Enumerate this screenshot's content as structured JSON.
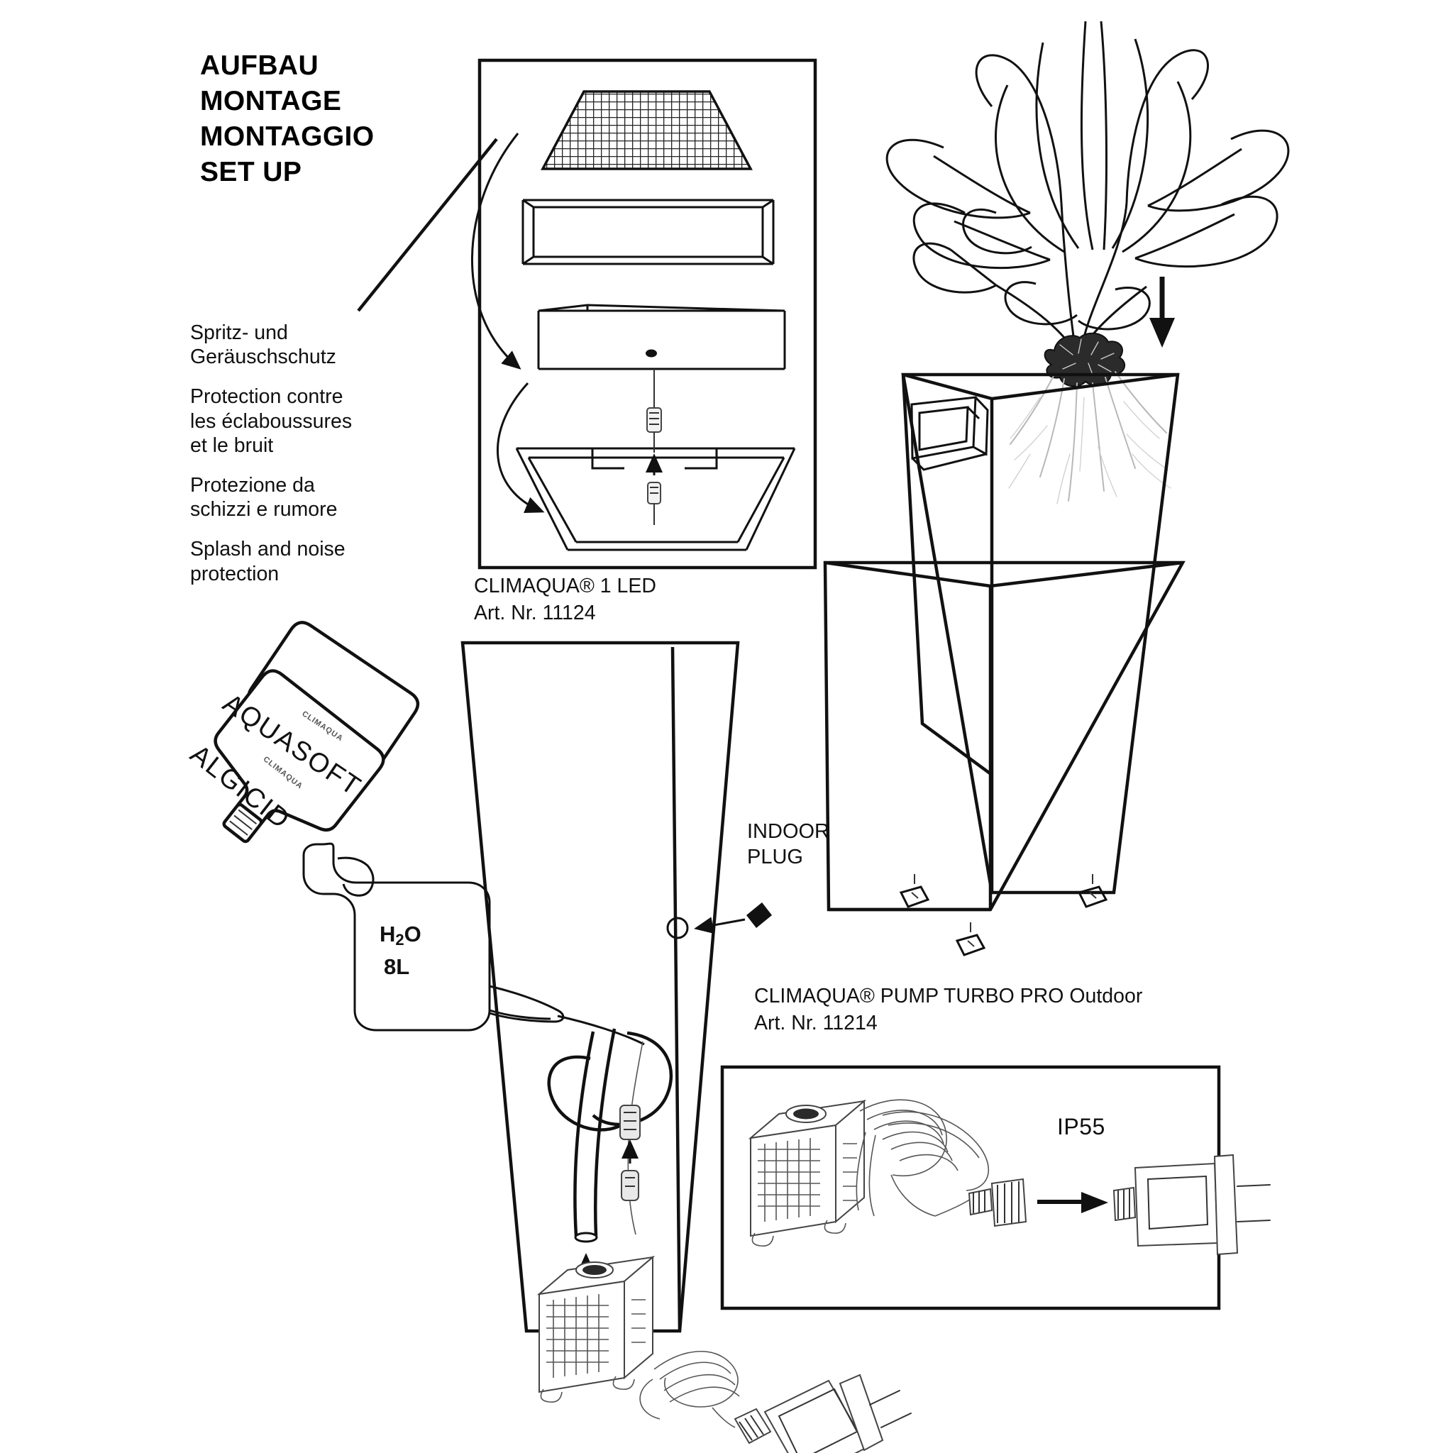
{
  "headline": {
    "line_de": "AUFBAU",
    "line_fr": "MONTAGE",
    "line_it": "MONTAGGIO",
    "line_en": "SET UP"
  },
  "captions": {
    "de": "Spritz- und\nGeräuschschutz",
    "fr": "Protection contre\nles éclaboussures\net le bruit",
    "it": "Protezione da\nschizzi e rumore",
    "en": "Splash and noise\nprotection"
  },
  "products": {
    "led": {
      "name": "CLIMAQUA® 1 LED",
      "art_nr": "Art. Nr. 11124"
    },
    "pump": {
      "name": "CLIMAQUA® PUMP TURBO PRO Outdoor",
      "art_nr": "Art. Nr. 11214"
    }
  },
  "annotations": {
    "indoor_plug": "INDOOR\nPLUG",
    "ip_rating": "IP55",
    "water_formula": "H",
    "water_subscript": "2",
    "water_element": "O",
    "water_volume": "8L"
  },
  "bottles": [
    {
      "name": "AQUASOFT",
      "brand": "CLIMAQUA"
    },
    {
      "name": "ALGICID",
      "brand": "CLIMAQUA"
    }
  ],
  "colors": {
    "ink": "#111111",
    "paper": "#ffffff",
    "root": "#b8b8b8",
    "shade": "#e8e8e8"
  }
}
